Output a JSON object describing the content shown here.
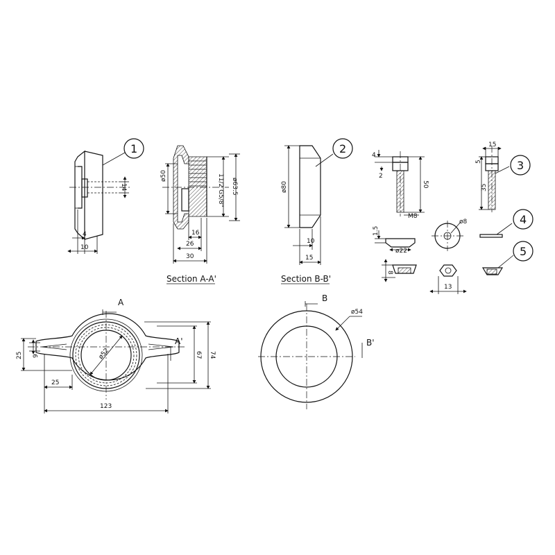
{
  "balloons": {
    "b1": "1",
    "b2": "2",
    "b3": "3",
    "b4": "4",
    "b5": "5"
  },
  "sections": {
    "aa": "Section A-A'",
    "bb": "Section B-B'"
  },
  "cut_labels": {
    "a_top": "A",
    "a_side": "A'",
    "b_top": "B",
    "b_side": "B'"
  },
  "dims": {
    "p1_14": "14",
    "p1_4": "4",
    "p1_10": "10",
    "aa_d50": "ø50",
    "aa_thread": "11/2 G5/8\"",
    "aa_d635": "ø63.5",
    "aa_16": "16",
    "aa_26": "26",
    "aa_30": "30",
    "bb_d80": "ø80",
    "bb_10": "10",
    "bb_15": "15",
    "bolt_4": "4",
    "bolt_2": "2",
    "bolt_50": "50",
    "bolt_m8": "M8",
    "bolt_15": "1.5",
    "bolt_d22": "ø22",
    "bolt_8": "8",
    "washer_d8": "ø8",
    "nut_13": "13",
    "b3_15": "15",
    "b3_5": "5",
    "b3_35": "35",
    "plan_25a": "25",
    "plan_9": "9",
    "plan_25b": "25",
    "plan_123": "123",
    "plan_d52": "ø52",
    "plan_67": "67",
    "plan_74": "74",
    "ring_d54": "ø54"
  }
}
